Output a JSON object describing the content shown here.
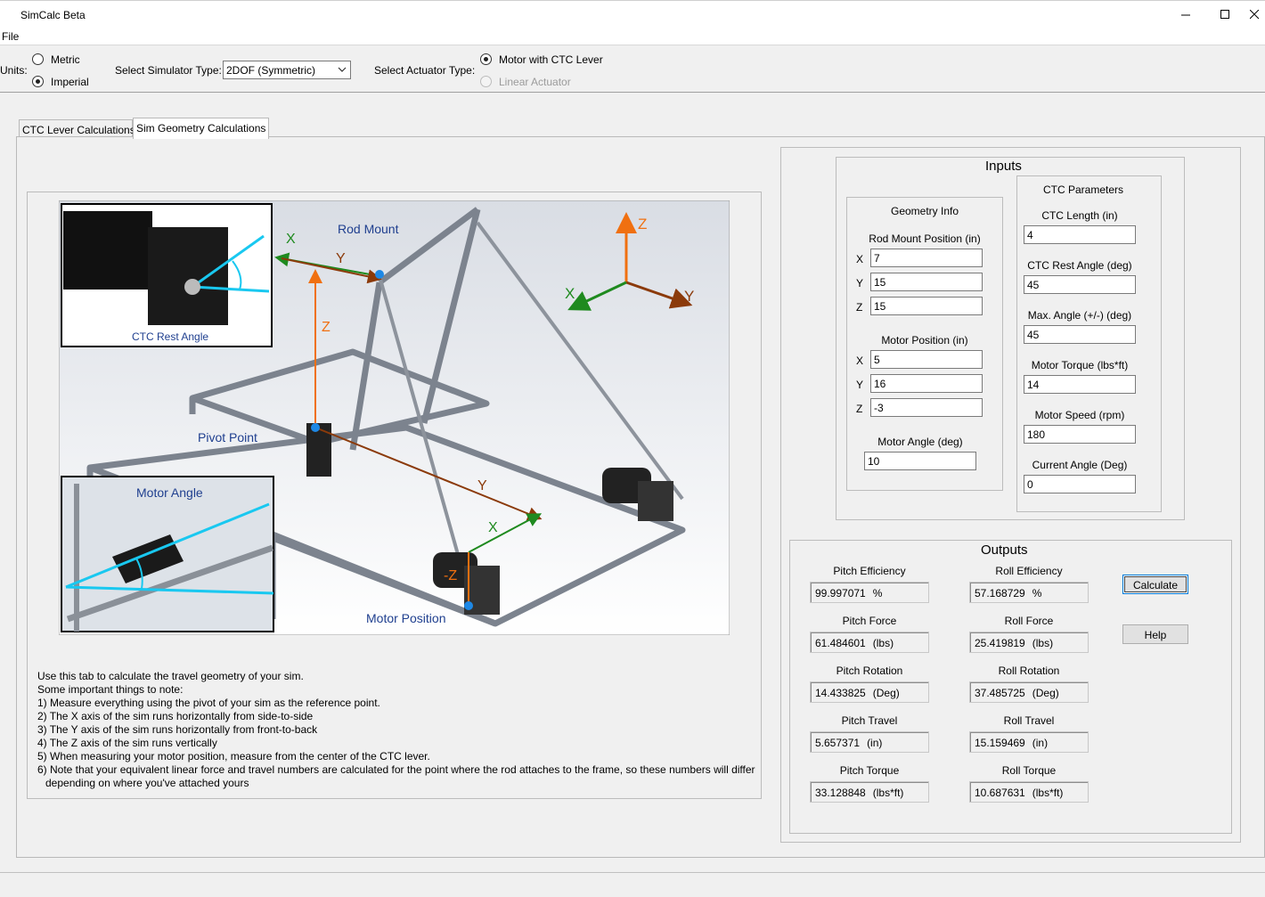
{
  "window": {
    "title": "SimCalc Beta"
  },
  "menu": {
    "file": "File"
  },
  "toolbar": {
    "units_label": "Units:",
    "unit_metric": "Metric",
    "unit_imperial": "Imperial",
    "sim_type_label": "Select Simulator Type:",
    "sim_type_value": "2DOF (Symmetric)",
    "actuator_label": "Select Actuator Type:",
    "actuator_motor": "Motor with CTC Lever",
    "actuator_linear": "Linear Actuator"
  },
  "tabs": [
    {
      "label": "CTC Lever Calculations"
    },
    {
      "label": "Sim Geometry Calculations"
    }
  ],
  "diagram": {
    "rod_mount": "Rod Mount",
    "pivot_point": "Pivot Point",
    "motor_position": "Motor Position",
    "ctc_rest_angle": "CTC Rest Angle",
    "motor_angle": "Motor Angle",
    "axis_x": "X",
    "axis_y": "Y",
    "axis_z": "Z",
    "axis_neg_z": "-Z"
  },
  "notes": [
    "Use this tab to calculate the travel geometry of your sim.",
    "Some important things to note:",
    "1) Measure everything using the pivot of your sim as the reference point.",
    "2) The X axis of the sim runs horizontally from side-to-side",
    "3) The Y axis of the sim runs horizontally from front-to-back",
    "4) The Z axis of the sim runs vertically",
    "5) When measuring your motor position, measure from the center of the CTC lever.",
    "6) Note that your equivalent linear force and travel numbers are calculated for the point where the rod attaches to the frame, so these numbers will differ",
    "depending on where you've attached yours"
  ],
  "inputs": {
    "title": "Inputs",
    "geometry": {
      "title": "Geometry Info",
      "rod_mount_label": "Rod Mount Position (in)",
      "rod_x": "7",
      "rod_y": "15",
      "rod_z": "15",
      "motor_pos_label": "Motor Position (in)",
      "motor_x": "5",
      "motor_y": "16",
      "motor_z": "-3",
      "motor_angle_label": "Motor Angle (deg)",
      "motor_angle": "10",
      "x": "X",
      "y": "Y",
      "z": "Z"
    },
    "ctc": {
      "title": "CTC Parameters",
      "length_label": "CTC Length (in)",
      "length": "4",
      "rest_label": "CTC Rest Angle (deg)",
      "rest": "45",
      "max_label": "Max. Angle (+/-) (deg)",
      "max": "45",
      "torque_label": "Motor Torque (lbs*ft)",
      "torque": "14",
      "speed_label": "Motor Speed (rpm)",
      "speed": "180",
      "current_label": "Current Angle (Deg)",
      "current": "0"
    }
  },
  "outputs": {
    "title": "Outputs",
    "pitch_eff_label": "Pitch Efficiency",
    "pitch_eff": "99.997071",
    "pitch_eff_unit": "%",
    "roll_eff_label": "Roll Efficiency",
    "roll_eff": "57.168729",
    "roll_eff_unit": "%",
    "pitch_force_label": "Pitch Force",
    "pitch_force": "61.484601",
    "pitch_force_unit": "(lbs)",
    "roll_force_label": "Roll Force",
    "roll_force": "25.419819",
    "roll_force_unit": "(lbs)",
    "pitch_rot_label": "Pitch Rotation",
    "pitch_rot": "14.433825",
    "pitch_rot_unit": "(Deg)",
    "roll_rot_label": "Roll Rotation",
    "roll_rot": "37.485725",
    "roll_rot_unit": "(Deg)",
    "pitch_travel_label": "Pitch Travel",
    "pitch_travel": "5.657371",
    "pitch_travel_unit": "(in)",
    "roll_travel_label": "Roll Travel",
    "roll_travel": "15.159469",
    "roll_travel_unit": "(in)",
    "pitch_torque_label": "Pitch Torque",
    "pitch_torque": "33.128848",
    "pitch_torque_unit": "(lbs*ft)",
    "roll_torque_label": "Roll Torque",
    "roll_torque": "10.687631",
    "roll_torque_unit": "(lbs*ft)",
    "calculate": "Calculate",
    "help": "Help"
  },
  "colors": {
    "axis_orange": "#f07010",
    "axis_green": "#1f8a1f",
    "axis_brown": "#8b3a0a",
    "label_blue": "#1f3f8f",
    "cyan": "#19c8f0"
  }
}
